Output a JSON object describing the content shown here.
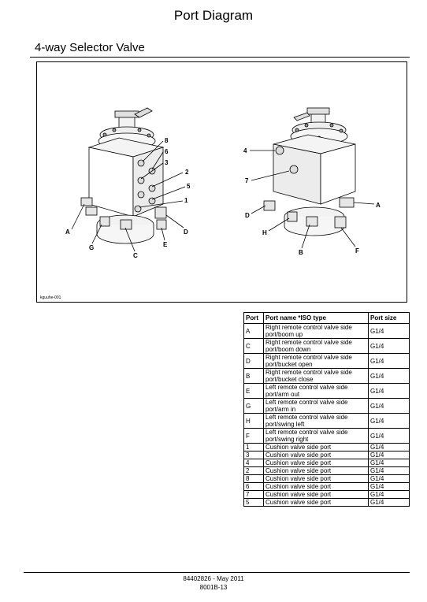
{
  "page": {
    "title": "Port Diagram",
    "subtitle": "4-way Selector Valve",
    "figure_id": "kguuhe-001",
    "footer_line1": "84402826 - May 2011",
    "footer_line2": "8001B-13"
  },
  "figure": {
    "left_view_labels": [
      "8",
      "6",
      "3",
      "2",
      "5",
      "1",
      "A",
      "G",
      "C",
      "E",
      "D"
    ],
    "right_view_labels": [
      "4",
      "7",
      "D",
      "H",
      "B",
      "F",
      "A"
    ]
  },
  "table": {
    "headers": [
      "Port",
      "Port name *ISO type",
      "Port size"
    ],
    "rows": [
      [
        "A",
        "Right remote control valve side port/boom up",
        "G1/4"
      ],
      [
        "C",
        "Right remote control valve side port/boom down",
        "G1/4"
      ],
      [
        "D",
        "Right remote control valve side port/bucket open",
        "G1/4"
      ],
      [
        "B",
        "Right remote control valve side port/bucket close",
        "G1/4"
      ],
      [
        "E",
        "Left remote control valve side port/arm out",
        "G1/4"
      ],
      [
        "G",
        "Left remote control valve side port/arm in",
        "G1/4"
      ],
      [
        "H",
        "Left remote control valve side port/swing left",
        "G1/4"
      ],
      [
        "F",
        "Left remote control valve side port/swing right",
        "G1/4"
      ],
      [
        "1",
        "Cushion valve side port",
        "G1/4"
      ],
      [
        "3",
        "Cushion valve side port",
        "G1/4"
      ],
      [
        "4",
        "Cushion valve side port",
        "G1/4"
      ],
      [
        "2",
        "Cushion valve side port",
        "G1/4"
      ],
      [
        "8",
        "Cushion valve side port",
        "G1/4"
      ],
      [
        "6",
        "Cushion valve side port",
        "G1/4"
      ],
      [
        "7",
        "Cushion valve side port",
        "G1/4"
      ],
      [
        "5",
        "Cushion valve side port",
        "G1/4"
      ]
    ]
  }
}
